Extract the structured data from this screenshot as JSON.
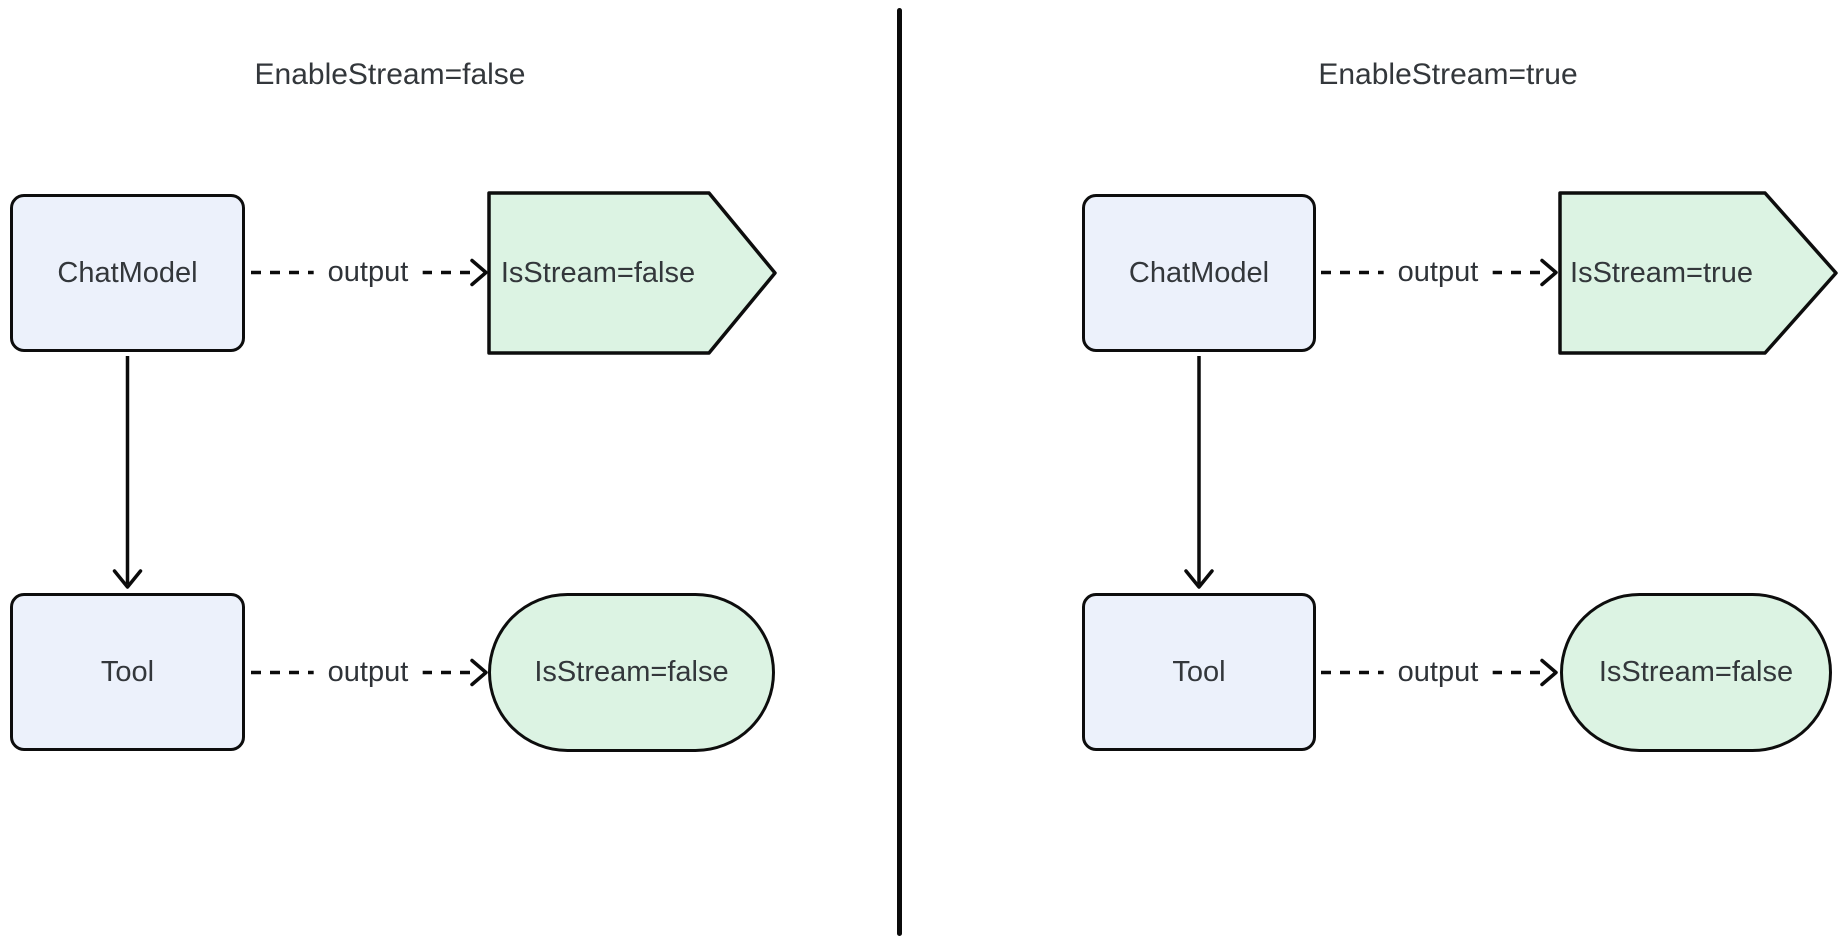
{
  "colors": {
    "background": "#ffffff",
    "node_fill": "#ecf1fb",
    "result_fill": "#dcf3e3",
    "stroke": "#0d0d0d",
    "text": "#33373b"
  },
  "panels": [
    {
      "title": "EnableStream=false",
      "nodes": {
        "chatmodel": "ChatModel",
        "tool": "Tool",
        "chatmodel_output": "IsStream=false",
        "tool_output": "IsStream=false"
      },
      "edges": {
        "chatmodel_output_label": "output",
        "tool_output_label": "output"
      }
    },
    {
      "title": "EnableStream=true",
      "nodes": {
        "chatmodel": "ChatModel",
        "tool": "Tool",
        "chatmodel_output": "IsStream=true",
        "tool_output": "IsStream=false"
      },
      "edges": {
        "chatmodel_output_label": "output",
        "tool_output_label": "output"
      }
    }
  ]
}
